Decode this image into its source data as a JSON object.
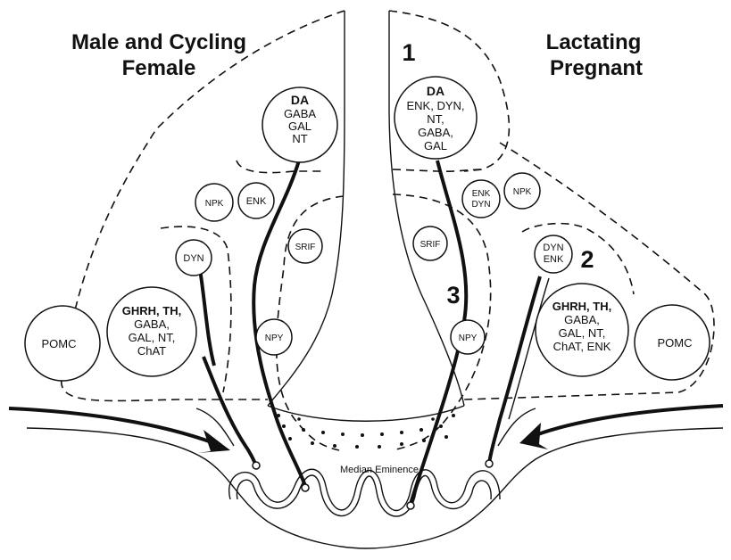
{
  "titles": {
    "left": [
      "Male and Cycling",
      "Female"
    ],
    "right": [
      "Lactating",
      "Pregnant"
    ]
  },
  "region_numbers": [
    "1",
    "2",
    "3"
  ],
  "median_eminence_label": "Median Eminence",
  "left_cells": {
    "da": [
      "DA",
      "GABA",
      "GAL",
      "NT"
    ],
    "npk": "NPK",
    "enk": "ENK",
    "srif": "SRIF",
    "dyn": "DYN",
    "npy": "NPY",
    "pomc": "POMC",
    "ghrh": [
      "GHRH, TH,",
      "GABA,",
      "GAL, NT,",
      "ChAT"
    ]
  },
  "right_cells": {
    "da": [
      "DA",
      "ENK, DYN,",
      "NT,",
      "GABA,",
      "GAL"
    ],
    "enk_dyn": [
      "ENK",
      "DYN"
    ],
    "npk": "NPK",
    "srif": "SRIF",
    "dyn_enk": [
      "DYN",
      "ENK"
    ],
    "npy": "NPY",
    "pomc": "POMC",
    "ghrh": [
      "GHRH, TH,",
      "GABA,",
      "GAL, NT,",
      "ChAT, ENK"
    ]
  }
}
